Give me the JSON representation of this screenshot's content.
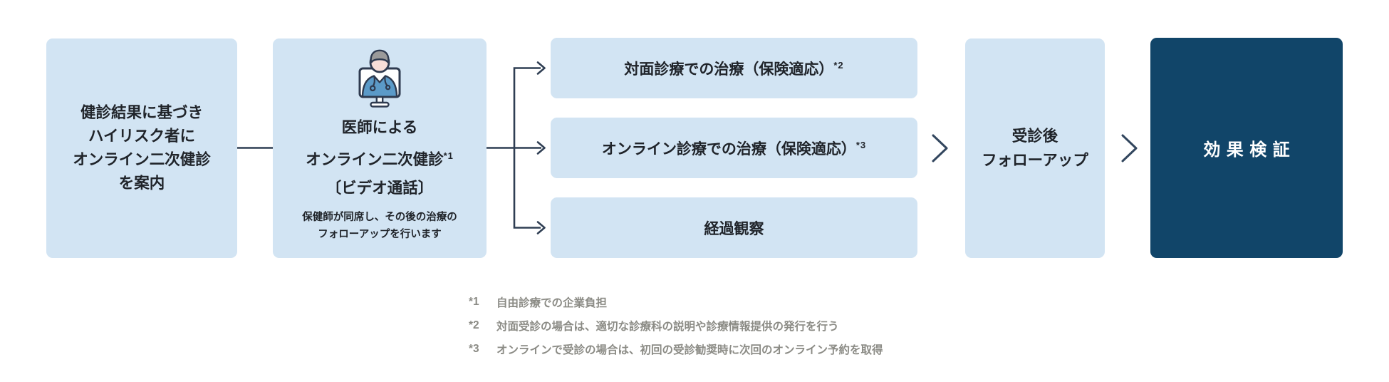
{
  "colors": {
    "box_light_blue": "#d2e4f3",
    "box_dark_navy": "#114569",
    "connector_line": "#2f3e53",
    "footnote_gray": "#8b8b85",
    "main_text": "#20242a",
    "icon_scrub_blue": "#5b9ac8",
    "icon_face_pink": "#f8ded8",
    "icon_hair_gray": "#9a9a9a"
  },
  "flow": {
    "step1": {
      "lines": [
        "健診結果に基づき",
        "ハイリスク者に",
        "オンライン二次健診",
        "を案内"
      ]
    },
    "step2": {
      "icon": "doctor-video-call-icon",
      "title_line1": "医師による",
      "title_line2": "オンライン二次健診",
      "title_line2_sup": "*1",
      "title_line3": "〔ビデオ通話〕",
      "note_line1": "保健師が同席し、その後の治療の",
      "note_line2": "フォローアップを行います"
    },
    "branches": [
      {
        "label": "対面診療での治療（保険適応）",
        "sup": "*2"
      },
      {
        "label": "オンライン診療での治療（保険適応）",
        "sup": "*3"
      },
      {
        "label": "経過観察",
        "sup": ""
      }
    ],
    "step4": {
      "lines": [
        "受診後",
        "フォローアップ"
      ]
    },
    "step5": {
      "label": "効果検証"
    }
  },
  "footnotes": [
    {
      "marker": "*1",
      "text": "自由診療での企業負担"
    },
    {
      "marker": "*2",
      "text": "対面受診の場合は、適切な診療科の説明や診療情報提供の発行を行う"
    },
    {
      "marker": "*3",
      "text": "オンラインで受診の場合は、初回の受診勧奨時に次回のオンライン予約を取得"
    }
  ]
}
